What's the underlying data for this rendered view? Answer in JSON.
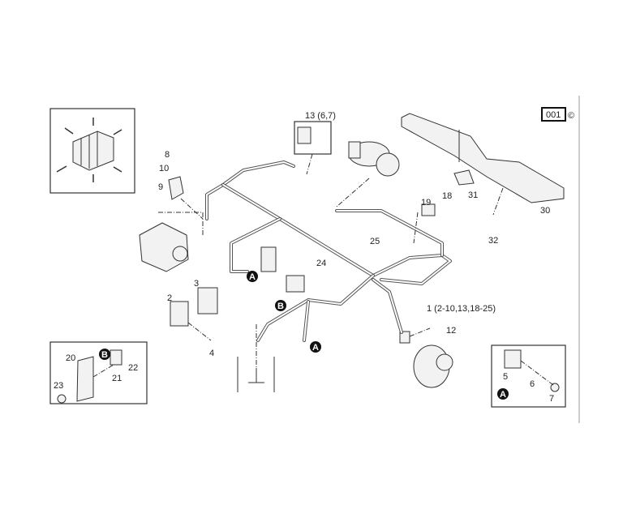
{
  "diagram": {
    "reference_code": "001",
    "copyright_mark": "©",
    "callouts": {
      "c13": "13 (6,7)",
      "c8": "8",
      "c10": "10",
      "c9": "9",
      "c2": "2",
      "c3": "3",
      "c4": "4",
      "c24": "24",
      "c25": "25",
      "c19": "19",
      "c18": "18",
      "c31": "31",
      "c30": "30",
      "c32": "32",
      "c1": "1 (2-10,13,18-25)",
      "c12": "12",
      "c20": "20",
      "c21": "21",
      "c22": "22",
      "c23": "23",
      "c5": "5",
      "c6": "6",
      "c7": "7"
    },
    "markers": {
      "a": "A",
      "b": "B"
    }
  }
}
